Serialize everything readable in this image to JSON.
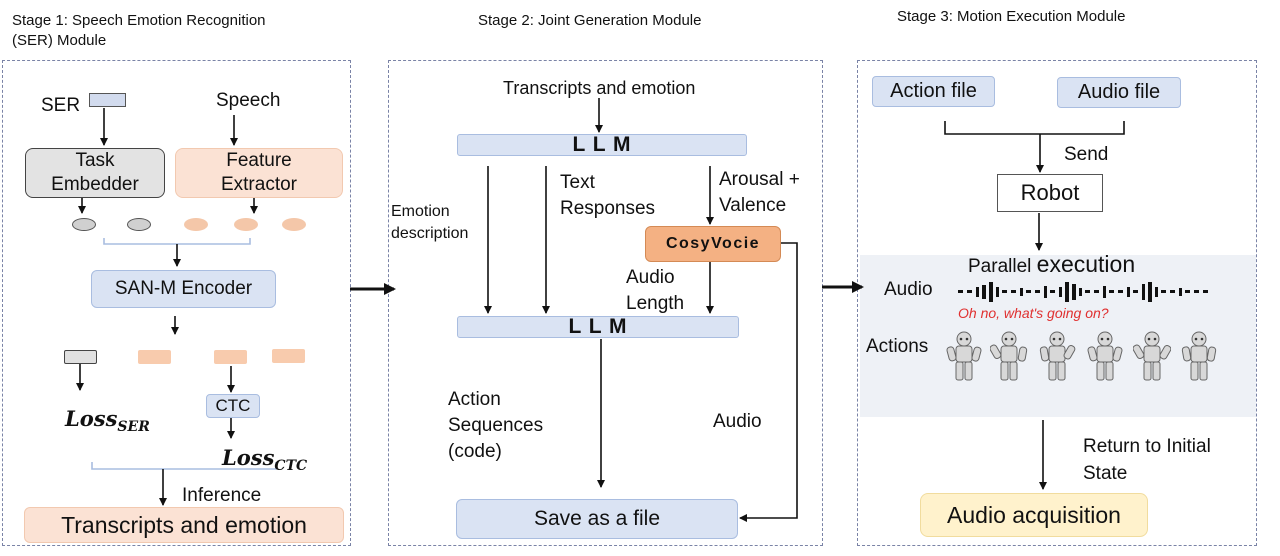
{
  "stage1": {
    "title_line1": "Stage 1: Speech Emotion Recognition",
    "title_line2": "(SER) Module",
    "ser_label": "SER",
    "speech_label": "Speech",
    "task_embedder_line1": "Task",
    "task_embedder_line2": "Embedder",
    "feature_extractor_line1": "Feature",
    "feature_extractor_line2": "Extractor",
    "encoder": "SAN-M Encoder",
    "ctc": "CTC",
    "loss_ser_main": "Loss",
    "loss_ser_sub": "SER",
    "loss_ctc_main": "Loss",
    "loss_ctc_sub": "CTC",
    "inference": "Inference",
    "output": "Transcripts and emotion"
  },
  "stage2": {
    "title": "Stage 2: Joint Generation Module",
    "input": "Transcripts and emotion",
    "llm_top": "L L M",
    "llm_bottom": "L L M",
    "emotion_desc_line1": "Emotion",
    "emotion_desc_line2": "description",
    "text_resp_line1": "Text",
    "text_resp_line2": "Responses",
    "arousal_line1": "Arousal +",
    "arousal_line2": "Valence",
    "cosyvoice": "CosyVocie",
    "audio_length_line1": "Audio",
    "audio_length_line2": "Length",
    "action_seq_line1": "Action",
    "action_seq_line2": "Sequences",
    "action_seq_line3": "(code)",
    "audio": "Audio",
    "save": "Save as a file"
  },
  "stage3": {
    "title": "Stage 3: Motion Execution Module",
    "action_file": "Action file",
    "audio_file": "Audio file",
    "send": "Send",
    "robot": "Robot",
    "parallel_a": "Parallel ",
    "parallel_b": "execution",
    "audio_label": "Audio",
    "subtitle": "Oh no, what's going on?",
    "actions_label": "Actions",
    "return_line1": "Return to Initial",
    "return_line2": "State",
    "acquisition": "Audio acquisition"
  },
  "colors": {
    "blue_box": "#dae3f3",
    "peach_box": "#fbe2d4",
    "cosyvoice": "#f4b183",
    "acquisition": "#fff2cc",
    "subtitle_red": "#e03030",
    "panel_border": "#7a83a6"
  }
}
